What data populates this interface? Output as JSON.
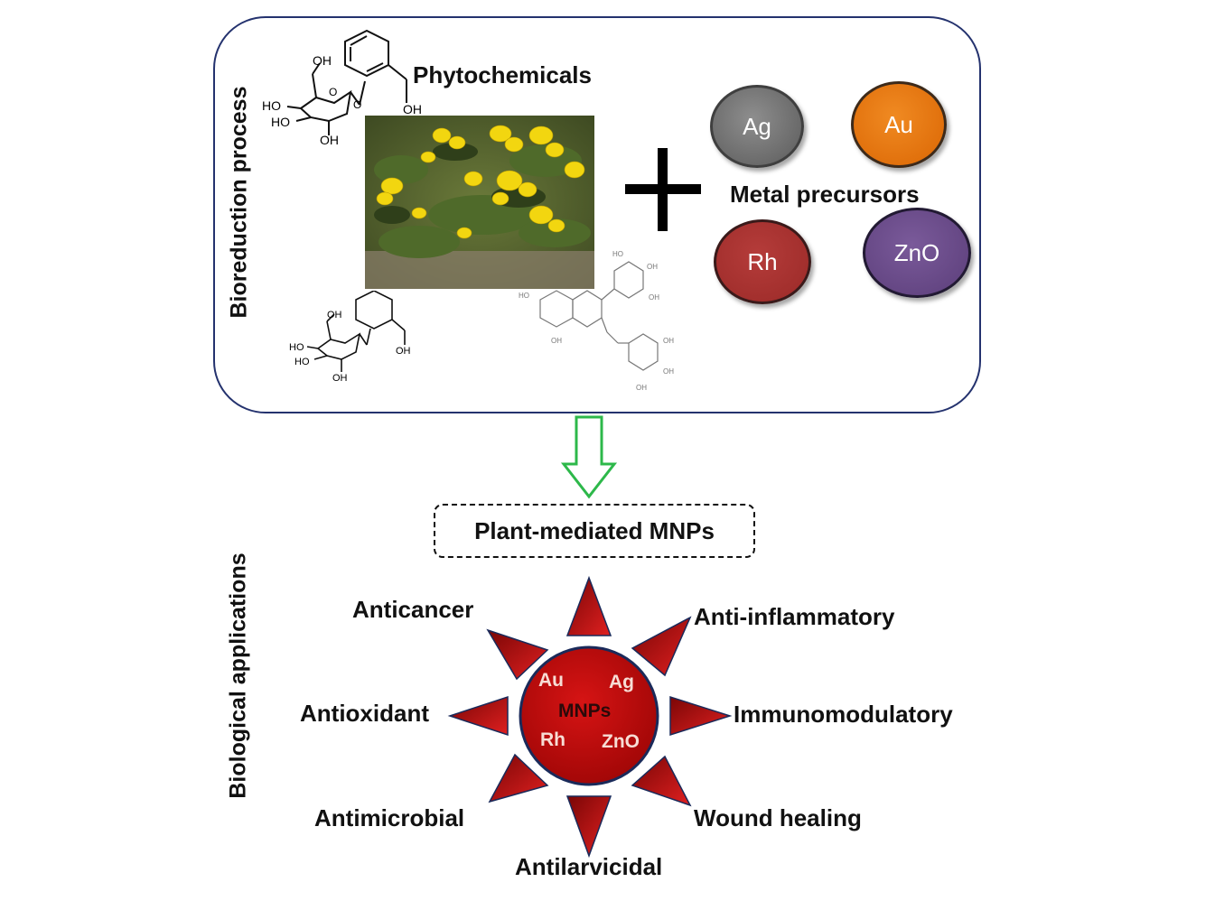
{
  "top_panel": {
    "vertical_label": "Bioreduction process",
    "phytochemicals_label": "Phytochemicals",
    "metal_precursors_label": "Metal precursors",
    "plus_symbol": "+",
    "photo_subject": "yellow-flowering-plant",
    "metals": [
      {
        "label": "Ag",
        "color": "#7a7a7a"
      },
      {
        "label": "Au",
        "color": "#e8760f"
      },
      {
        "label": "Rh",
        "color": "#a8302e"
      },
      {
        "label": "ZnO",
        "color": "#654684"
      }
    ],
    "molecule_labels": {
      "hydroxyl": "OH",
      "hydroxyl_left": "HO"
    }
  },
  "product": {
    "label": "Plant-mediated MNPs"
  },
  "bottom_section": {
    "vertical_label": "Biological applications",
    "center": {
      "title": "MNPs",
      "metals": [
        "Au",
        "Ag",
        "Rh",
        "ZnO"
      ],
      "fill_color": "#c00d0d"
    },
    "applications": {
      "top_left": "Anticancer",
      "top_right": "Anti-inflammatory",
      "left": "Antioxidant",
      "right": "Immunomodulatory",
      "bottom_left": "Antimicrobial",
      "bottom_right": "Wound healing",
      "bottom": "Antilarvicidal"
    }
  },
  "colors": {
    "panel_border": "#24326e",
    "arrow": "#2db84a",
    "ray": "#b01010"
  }
}
